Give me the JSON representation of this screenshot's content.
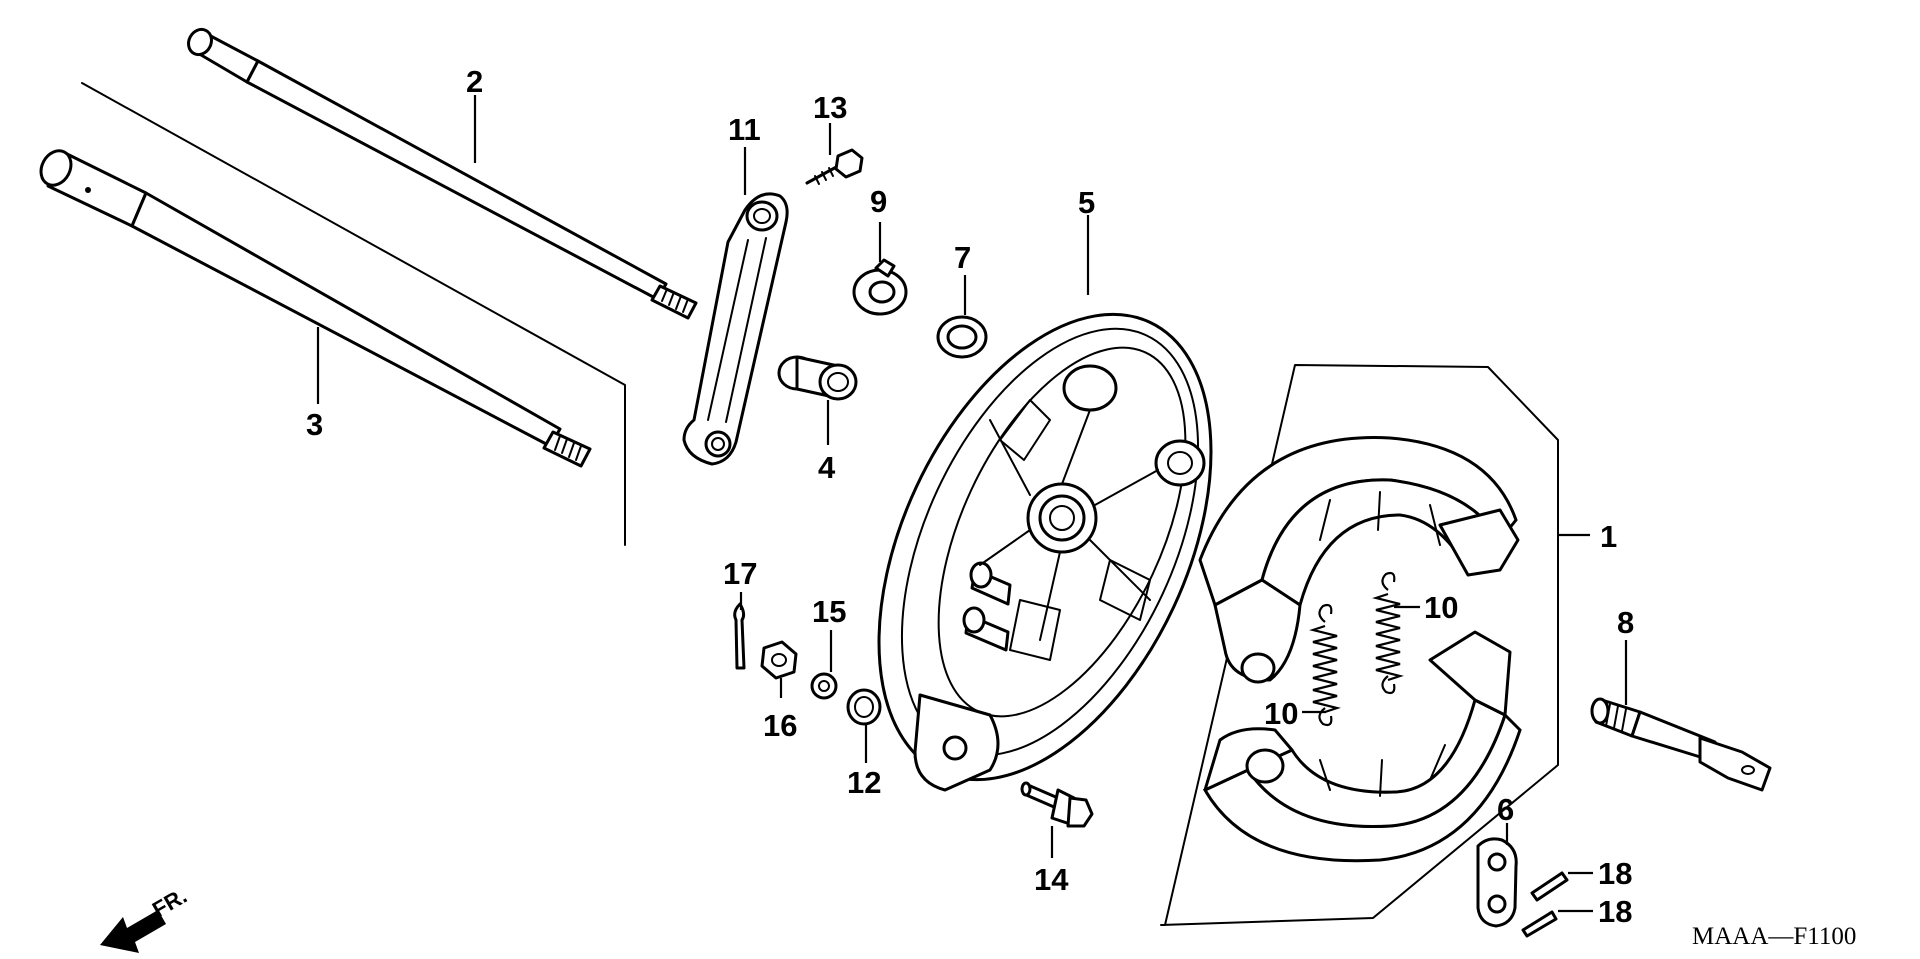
{
  "diagram": {
    "code": "MAAA—F1100",
    "direction_label": "FR.",
    "callouts": [
      {
        "id": "c1",
        "text": "1"
      },
      {
        "id": "c2",
        "text": "2"
      },
      {
        "id": "c3",
        "text": "3"
      },
      {
        "id": "c4",
        "text": "4"
      },
      {
        "id": "c5",
        "text": "5"
      },
      {
        "id": "c6",
        "text": "6"
      },
      {
        "id": "c7",
        "text": "7"
      },
      {
        "id": "c8",
        "text": "8"
      },
      {
        "id": "c9",
        "text": "9"
      },
      {
        "id": "c10a",
        "text": "10"
      },
      {
        "id": "c10b",
        "text": "10"
      },
      {
        "id": "c11",
        "text": "11"
      },
      {
        "id": "c12",
        "text": "12"
      },
      {
        "id": "c13",
        "text": "13"
      },
      {
        "id": "c14",
        "text": "14"
      },
      {
        "id": "c15",
        "text": "15"
      },
      {
        "id": "c16",
        "text": "16"
      },
      {
        "id": "c17",
        "text": "17"
      },
      {
        "id": "c18a",
        "text": "18"
      },
      {
        "id": "c18b",
        "text": "18"
      }
    ]
  }
}
